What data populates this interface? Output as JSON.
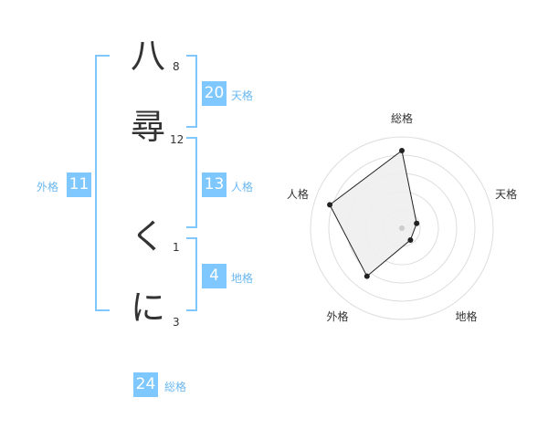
{
  "name": {
    "chars": [
      {
        "char": "八",
        "strokes": "8"
      },
      {
        "char": "尋",
        "strokes": "12"
      },
      {
        "char": "く",
        "strokes": "1"
      },
      {
        "char": "に",
        "strokes": "3"
      }
    ]
  },
  "fortune": {
    "tenkaku": {
      "value": "20",
      "label": "天格"
    },
    "jinkaku": {
      "value": "13",
      "label": "人格"
    },
    "chikaku": {
      "value": "4",
      "label": "地格"
    },
    "gaikaku": {
      "value": "11",
      "label": "外格"
    },
    "soukaku": {
      "value": "24",
      "label": "総格"
    }
  },
  "chart_data": {
    "type": "radar",
    "axes": [
      "総格",
      "天格",
      "地格",
      "外格",
      "人格"
    ],
    "values": [
      0.85,
      0.17,
      0.16,
      0.65,
      0.83
    ],
    "rings": 5,
    "colors": {
      "fill": "#eeeeee",
      "line": "#222222",
      "grid": "#dddddd",
      "center": "#cccccc"
    }
  }
}
